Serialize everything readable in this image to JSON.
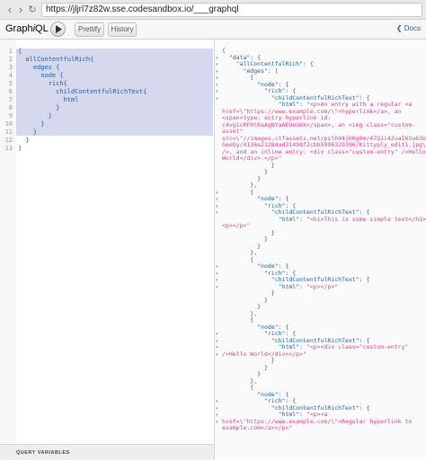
{
  "browser": {
    "back": "‹",
    "forward": "›",
    "reload": "↻",
    "url": "https://jljrl7z82w.sse.codesandbox.io/___graphql"
  },
  "toolbar": {
    "logo_pre": "Graph",
    "logo_i": "i",
    "logo_post": "QL",
    "prettify_label": "Prettify",
    "history_label": "History",
    "docs_label": "Docs",
    "docs_chevron": "❮"
  },
  "editor": {
    "line_numbers": [
      "1",
      "2",
      "3",
      "4",
      "5",
      "6",
      "7",
      "8",
      "9",
      "10",
      "11",
      "12",
      "13"
    ],
    "lines": [
      "{",
      "  allContentfulRich{",
      "    edges {",
      "      node {",
      "        rich{",
      "          childContentfulRichText{",
      "            html",
      "          }",
      "        }",
      "      }",
      "    }",
      "  }",
      "}"
    ],
    "query_variables_label": "QUERY VARIABLES"
  },
  "result": {
    "lines": [
      [
        {
          "t": "{"
        }
      ],
      [
        {
          "t": "  "
        },
        {
          "k": "\"data\""
        },
        {
          "t": ": {"
        }
      ],
      [
        {
          "t": "    "
        },
        {
          "k": "\"allContentfulRich\""
        },
        {
          "t": ": {"
        }
      ],
      [
        {
          "t": "      "
        },
        {
          "k": "\"edges\""
        },
        {
          "t": ": ["
        }
      ],
      [
        {
          "t": "        {"
        }
      ],
      [
        {
          "t": "          "
        },
        {
          "k": "\"node\""
        },
        {
          "t": ": {"
        }
      ],
      [
        {
          "t": "            "
        },
        {
          "k": "\"rich\""
        },
        {
          "t": ": {"
        }
      ],
      [
        {
          "t": "              "
        },
        {
          "k": "\"childContentfulRichText\""
        },
        {
          "t": ": {"
        }
      ],
      [
        {
          "t": "                "
        },
        {
          "k": "\"html\""
        },
        {
          "t": ": "
        },
        {
          "s": "\"<p>An entry with a regular <a"
        }
      ],
      [
        {
          "s": "href=\\\"https://www.example.com/\\\">hyperlink</a>, an"
        }
      ],
      [
        {
          "s": "<span>type: entry-hyperlink id:"
        }
      ],
      [
        {
          "s": "c4vg1cRFHtKaAgNYaAEUeU6k</span>, an <img class=\"custom-"
        }
      ],
      [
        {
          "s": "asset\""
        }
      ],
      [
        {
          "s": "src=\\\"//images.ctfassets.net/pzlh94jb0g0m/47Q1i42uaI6Su63Uo"
        }
      ],
      [
        {
          "s": "GeeQy/4136a21284ad31498f2cbb5996329396/Kittyply_edit1.jpg\\\""
        }
      ],
      [
        {
          "s": "/>, and an inline entry: <div class=\"custom-entry\" />Hello"
        }
      ],
      [
        {
          "s": "World</div>.</p>\""
        }
      ],
      [
        {
          "t": "              }"
        }
      ],
      [
        {
          "t": "            }"
        }
      ],
      [
        {
          "t": "          }"
        }
      ],
      [
        {
          "t": "        },"
        }
      ],
      [
        {
          "t": "        {"
        }
      ],
      [
        {
          "t": "          "
        },
        {
          "k": "\"node\""
        },
        {
          "t": ": {"
        }
      ],
      [
        {
          "t": "            "
        },
        {
          "k": "\"rich\""
        },
        {
          "t": ": {"
        }
      ],
      [
        {
          "t": "              "
        },
        {
          "k": "\"childContentfulRichText\""
        },
        {
          "t": ": {"
        }
      ],
      [
        {
          "t": "                "
        },
        {
          "k": "\"html\""
        },
        {
          "t": ": "
        },
        {
          "s": "\"<h1>This is some simple text</h1>"
        }
      ],
      [
        {
          "s": "<p></p>\""
        }
      ],
      [
        {
          "t": "              }"
        }
      ],
      [
        {
          "t": "            }"
        }
      ],
      [
        {
          "t": "          }"
        }
      ],
      [
        {
          "t": "        },"
        }
      ],
      [
        {
          "t": "        {"
        }
      ],
      [
        {
          "t": "          "
        },
        {
          "k": "\"node\""
        },
        {
          "t": ": {"
        }
      ],
      [
        {
          "t": "            "
        },
        {
          "k": "\"rich\""
        },
        {
          "t": ": {"
        }
      ],
      [
        {
          "t": "              "
        },
        {
          "k": "\"childContentfulRichText\""
        },
        {
          "t": ": {"
        }
      ],
      [
        {
          "t": "                "
        },
        {
          "k": "\"html\""
        },
        {
          "t": ": "
        },
        {
          "s": "\"<p></p>\""
        }
      ],
      [
        {
          "t": "              }"
        }
      ],
      [
        {
          "t": "            }"
        }
      ],
      [
        {
          "t": "          }"
        }
      ],
      [
        {
          "t": "        },"
        }
      ],
      [
        {
          "t": "        {"
        }
      ],
      [
        {
          "t": "          "
        },
        {
          "k": "\"node\""
        },
        {
          "t": ": {"
        }
      ],
      [
        {
          "t": "            "
        },
        {
          "k": "\"rich\""
        },
        {
          "t": ": {"
        }
      ],
      [
        {
          "t": "              "
        },
        {
          "k": "\"childContentfulRichText\""
        },
        {
          "t": ": {"
        }
      ],
      [
        {
          "t": "                "
        },
        {
          "k": "\"html\""
        },
        {
          "t": ": "
        },
        {
          "s": "\"<p><div class=\"custom-entry\""
        }
      ],
      [
        {
          "s": "/>Hello World</div></p>\""
        }
      ],
      [
        {
          "t": "              }"
        }
      ],
      [
        {
          "t": "            }"
        }
      ],
      [
        {
          "t": "          }"
        }
      ],
      [
        {
          "t": "        },"
        }
      ],
      [
        {
          "t": "        {"
        }
      ],
      [
        {
          "t": "          "
        },
        {
          "k": "\"node\""
        },
        {
          "t": ": {"
        }
      ],
      [
        {
          "t": "            "
        },
        {
          "k": "\"rich\""
        },
        {
          "t": ": {"
        }
      ],
      [
        {
          "t": "              "
        },
        {
          "k": "\"childContentfulRichText\""
        },
        {
          "t": ": {"
        }
      ],
      [
        {
          "t": "                "
        },
        {
          "k": "\"html\""
        },
        {
          "t": ": "
        },
        {
          "s": "\"<p><a"
        }
      ],
      [
        {
          "s": "href=\\\"https://www.example.com/\\\">Regular hyperlink to"
        }
      ],
      [
        {
          "s": "example.com</a></p>\""
        }
      ]
    ],
    "fold_marker": "▾",
    "fold_lines": [
      1,
      2,
      3,
      4,
      5,
      6,
      7,
      21,
      22,
      23,
      24,
      32,
      33,
      34,
      35,
      42,
      43,
      44,
      45,
      52,
      53,
      54,
      55
    ]
  },
  "colors": {
    "key": "#1f61a0",
    "string": "#d64292",
    "selection": "#d6d8ee"
  }
}
